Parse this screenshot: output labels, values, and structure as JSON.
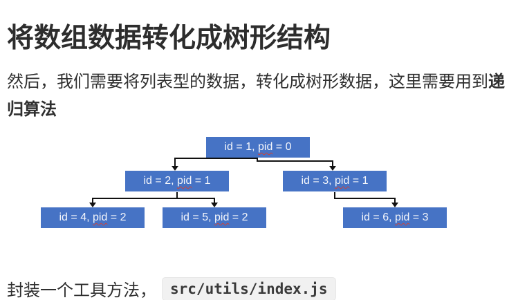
{
  "page": {
    "heading": "将数组数据转化成树形结构",
    "intro": {
      "text": "然后，我们需要将列表型的数据，转化成树形数据，这里需要用到",
      "bold_text": "递归算法"
    },
    "footer": {
      "text": "封装一个工具方法，",
      "code": "src/utils/index.js"
    }
  },
  "tree": {
    "nodes": [
      {
        "prefix": "id = 1, ",
        "pid": "pid",
        "suffix": " = 0"
      },
      {
        "prefix": "id = 2, ",
        "pid": "pid",
        "suffix": " = 1"
      },
      {
        "prefix": "id = 3, ",
        "pid": "pid",
        "suffix": " = 1"
      },
      {
        "prefix": "id = 4, ",
        "pid": "pid",
        "suffix": " = 2"
      },
      {
        "prefix": "id = 5, ",
        "pid": "pid",
        "suffix": " = 2"
      },
      {
        "prefix": "id = 6, ",
        "pid": "pid",
        "suffix": " = 3"
      }
    ]
  },
  "colors": {
    "node_background": "#4673c5",
    "node_text": "#f4f6fb",
    "connector": "#111111",
    "spellcheck_squiggle": "#d04437",
    "code_background": "#f1f1f1",
    "heading_text": "#2d2d2d"
  }
}
